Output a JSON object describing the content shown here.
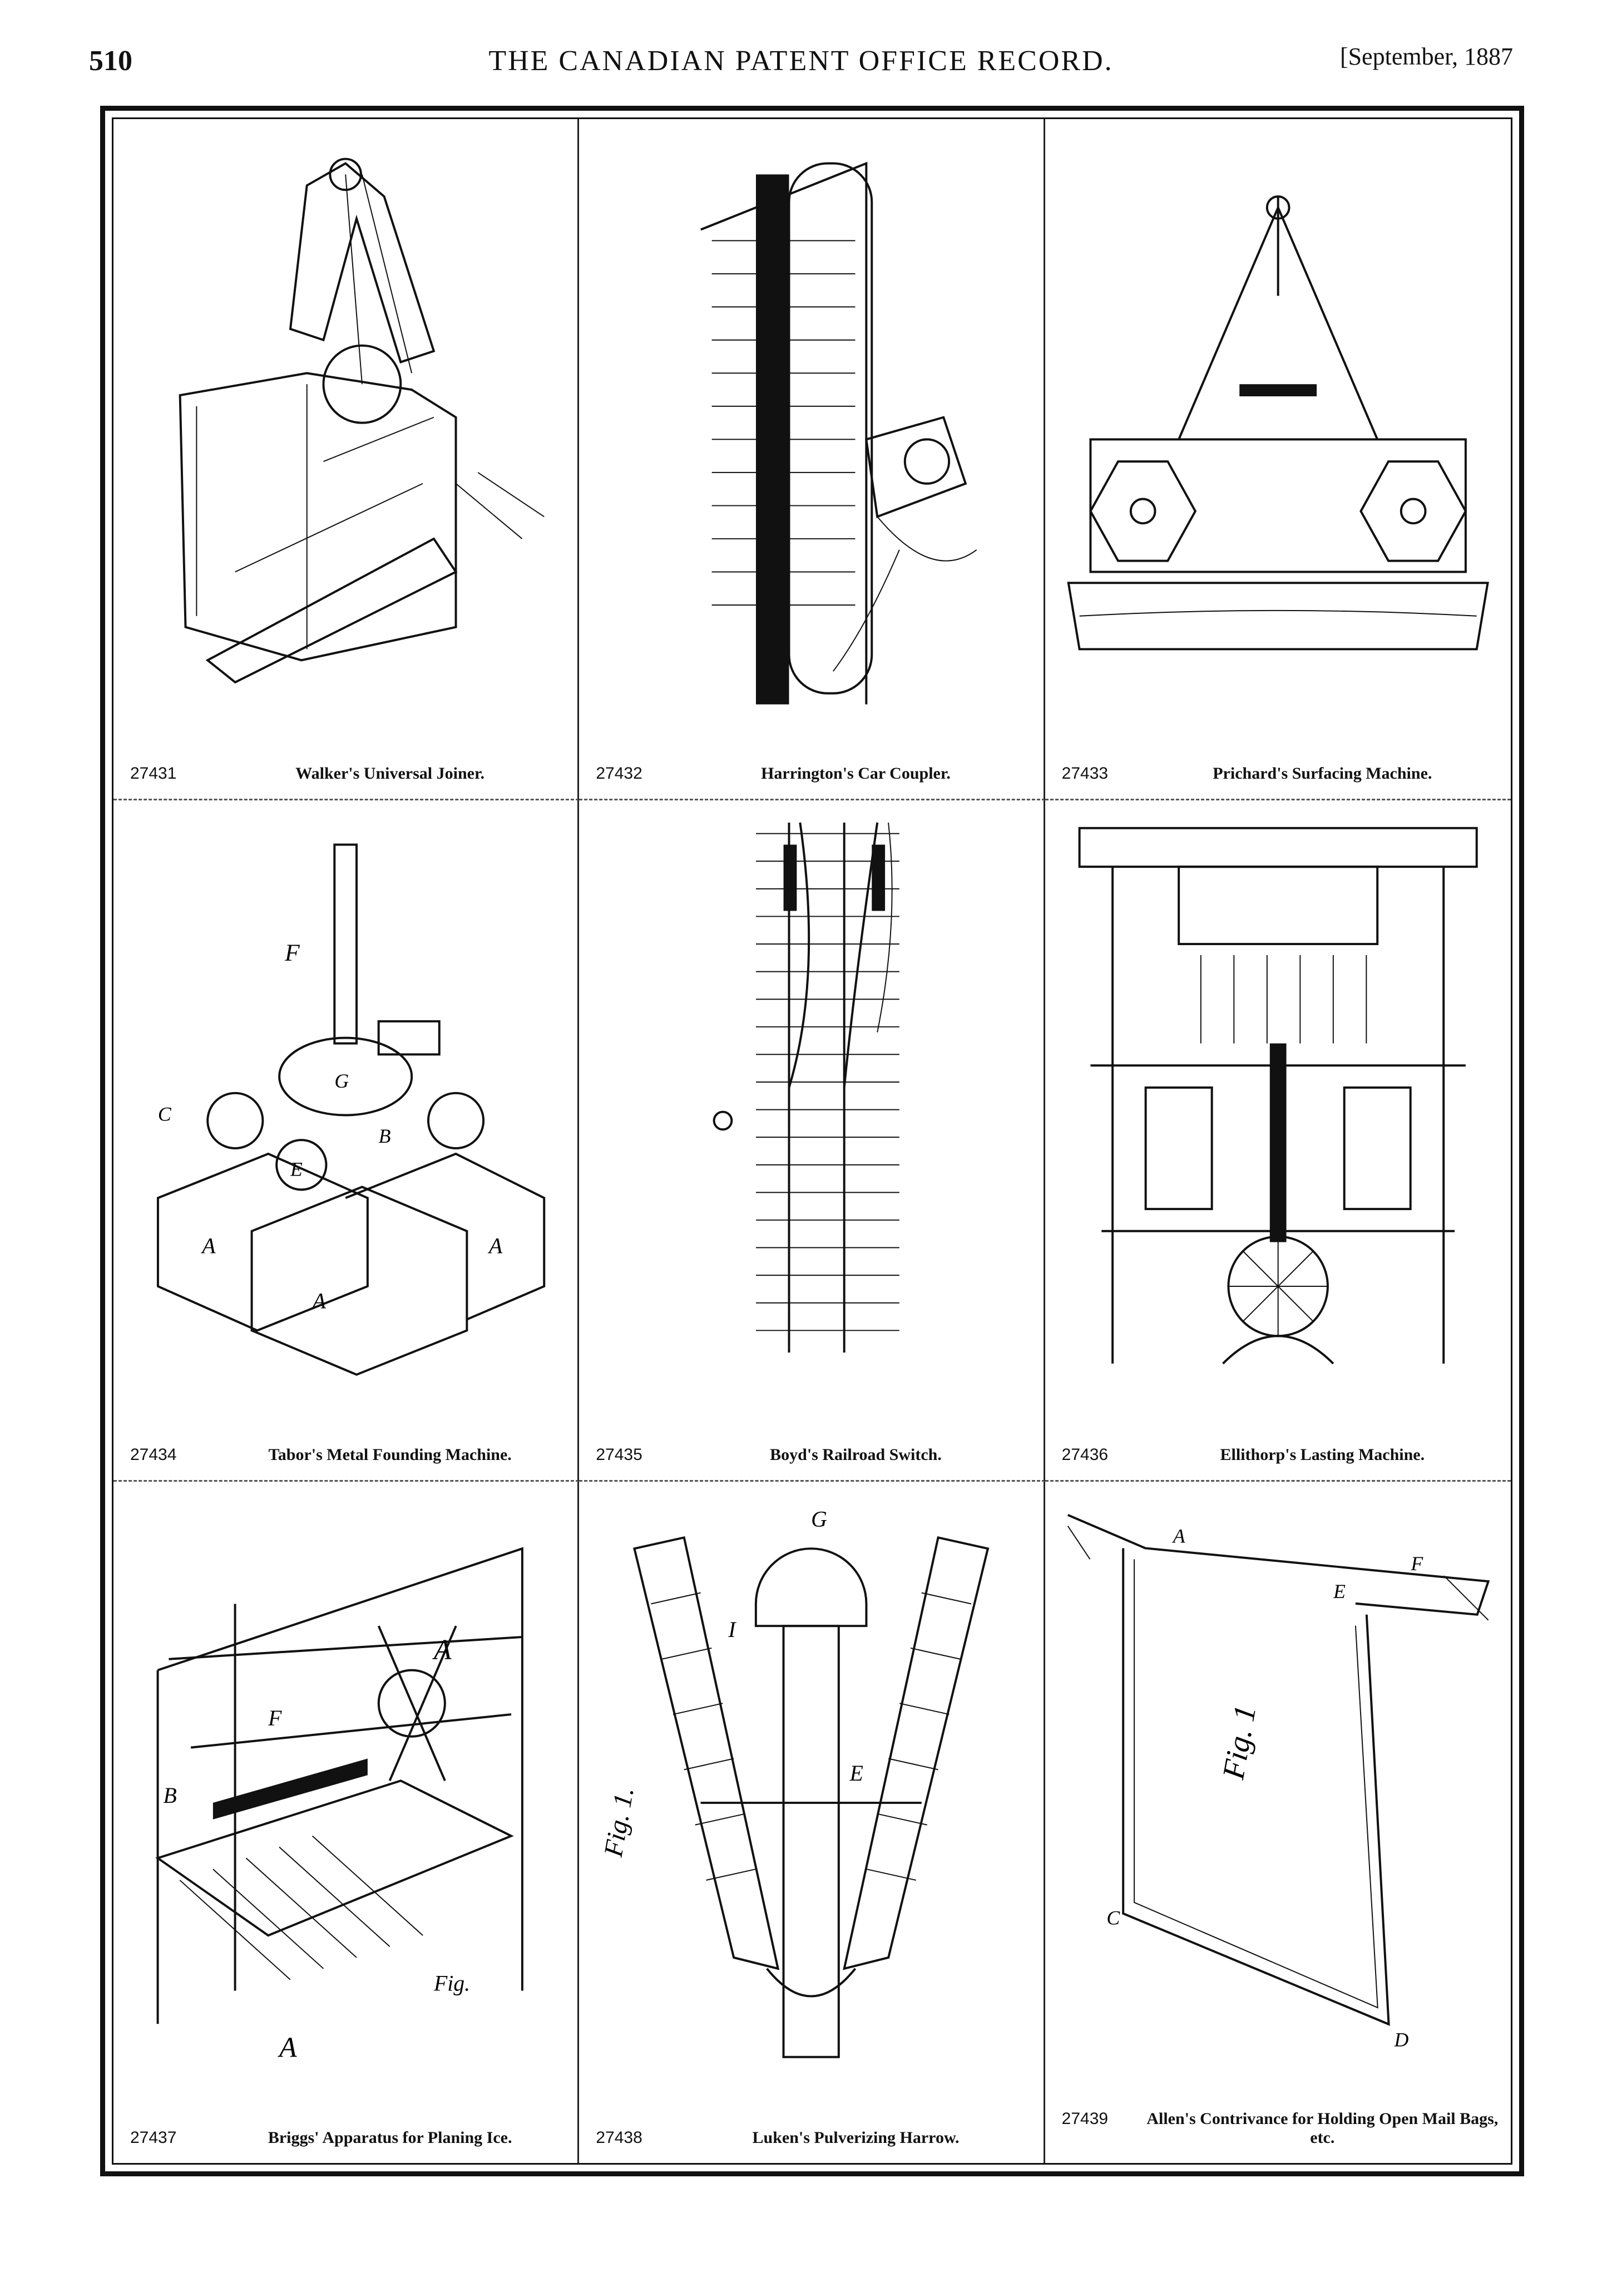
{
  "header": {
    "page_number": "510",
    "title": "THE CANADIAN PATENT OFFICE RECORD.",
    "date": "[September, 1887"
  },
  "figures": [
    {
      "number": "27431",
      "title": "Walker's Universal Joiner.",
      "icon": "joiner-machine-drawing"
    },
    {
      "number": "27432",
      "title": "Harrington's Car Coupler.",
      "icon": "car-coupler-drawing"
    },
    {
      "number": "27433",
      "title": "Prichard's Surfacing Machine.",
      "icon": "surfacing-machine-drawing"
    },
    {
      "number": "27434",
      "title": "Tabor's Metal Founding Machine.",
      "icon": "founding-machine-drawing",
      "labels": [
        "F",
        "A",
        "A",
        "A",
        "B",
        "C",
        "E",
        "G"
      ]
    },
    {
      "number": "27435",
      "title": "Boyd's Railroad Switch.",
      "icon": "railroad-switch-drawing"
    },
    {
      "number": "27436",
      "title": "Ellithorp's Lasting Machine.",
      "icon": "lasting-machine-drawing"
    },
    {
      "number": "27437",
      "title": "Briggs' Apparatus for Planing Ice.",
      "icon": "ice-planing-drawing",
      "labels": [
        "A",
        "A",
        "B",
        "F",
        "Fig."
      ]
    },
    {
      "number": "27438",
      "title": "Luken's Pulverizing Harrow.",
      "icon": "harrow-drawing",
      "labels": [
        "Fig. 1.",
        "G",
        "E",
        "I"
      ]
    },
    {
      "number": "27439",
      "title": "Allen's Contrivance for Holding Open Mail Bags, etc.",
      "icon": "mail-bag-holder-drawing",
      "labels": [
        "Fig. 1",
        "A",
        "C",
        "D",
        "E",
        "F"
      ]
    }
  ]
}
